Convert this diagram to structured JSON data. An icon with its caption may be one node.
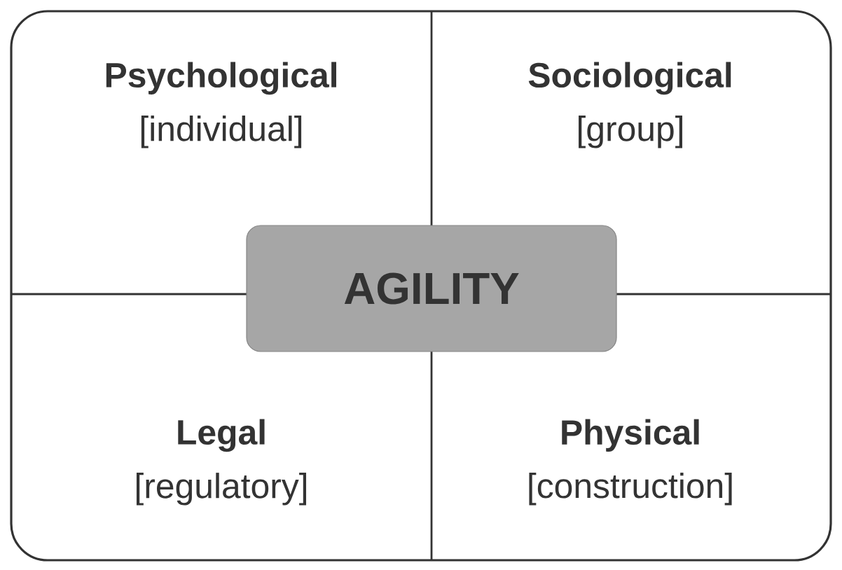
{
  "diagram": {
    "nodes": [
      {
        "text": [
          "Psychological",
          "[individual]"
        ]
      },
      {
        "text": [
          "Sociological",
          "[group]"
        ]
      },
      {
        "text": [
          "Legal",
          "[regulatory]"
        ]
      },
      {
        "text": [
          "Physical",
          "[construction]"
        ]
      },
      {
        "text": [
          "AGILITY"
        ]
      }
    ]
  }
}
